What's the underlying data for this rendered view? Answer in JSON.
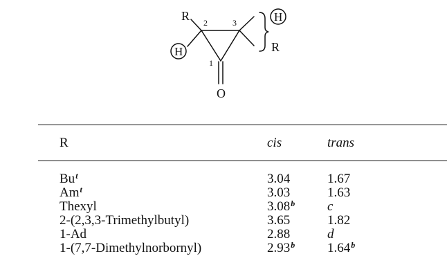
{
  "structure": {
    "labels": {
      "r_top": "R",
      "r_right": "R",
      "h_left": "H",
      "h_right": "H",
      "o": "O",
      "pos_1": "1",
      "pos_2": "2",
      "pos_3": "3"
    }
  },
  "table": {
    "headers": {
      "r": "R",
      "cis": "cis",
      "trans": "trans"
    },
    "rows": [
      {
        "r": "Bu",
        "r_sup": "t",
        "cis": "3.04",
        "cis_sup": "",
        "trans": "1.67",
        "trans_sup": "",
        "trans_italic": false
      },
      {
        "r": "Am",
        "r_sup": "t",
        "cis": "3.03",
        "cis_sup": "",
        "trans": "1.63",
        "trans_sup": "",
        "trans_italic": false
      },
      {
        "r": "Thexyl",
        "r_sup": "",
        "cis": "3.08",
        "cis_sup": "b",
        "trans": "c",
        "trans_sup": "",
        "trans_italic": true
      },
      {
        "r": "2-(2,3,3-Trimethylbutyl)",
        "r_sup": "",
        "cis": "3.65",
        "cis_sup": "",
        "trans": "1.82",
        "trans_sup": "",
        "trans_italic": false
      },
      {
        "r": "1-Ad",
        "r_sup": "",
        "cis": "2.88",
        "cis_sup": "",
        "trans": "d",
        "trans_sup": "",
        "trans_italic": true
      },
      {
        "r": "1-(7,7-Dimethylnorbornyl)",
        "r_sup": "",
        "cis": "2.93",
        "cis_sup": "b",
        "trans": "1.64",
        "trans_sup": "b",
        "trans_italic": false
      }
    ]
  }
}
